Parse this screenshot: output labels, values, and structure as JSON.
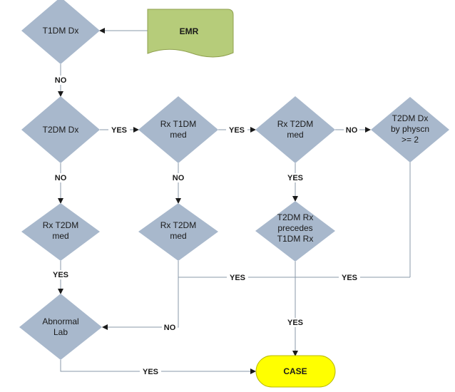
{
  "colors": {
    "diamond_fill": "#a8b8cc",
    "emr_fill": "#b6cc7a",
    "case_fill": "#ffff00",
    "edge": "#8899aa"
  },
  "nodes": {
    "t1dm_dx": "T1DM Dx",
    "emr": "EMR",
    "t2dm_dx": "T2DM Dx",
    "rx_t1dm_med": [
      "Rx T1DM",
      "med"
    ],
    "rx_t2dm_med_top": [
      "Rx T2DM",
      "med"
    ],
    "t2dm_dx_physcn": [
      "T2DM Dx",
      "by physcn",
      ">= 2"
    ],
    "rx_t2dm_med_left": [
      "Rx T2DM",
      "med"
    ],
    "rx_t2dm_med_mid": [
      "Rx T2DM",
      "med"
    ],
    "t2dm_rx_precedes": [
      "T2DM Rx",
      "precedes",
      "T1DM Rx"
    ],
    "abnormal_lab": [
      "Abnormal",
      "Lab"
    ],
    "case": "CASE"
  },
  "edges": {
    "t1dm_no": "NO",
    "t2dm_yes": "YES",
    "rxt1_yes": "YES",
    "rxt2_no": "NO",
    "t2dm_no": "NO",
    "rxt1_no": "NO",
    "rxt2_yes": "YES",
    "rxt2left_yes": "YES",
    "mid_no": "NO",
    "precedes_yes_h": "YES",
    "physcn_yes": "YES",
    "precedes_yes_v": "YES",
    "lab_yes": "YES"
  }
}
